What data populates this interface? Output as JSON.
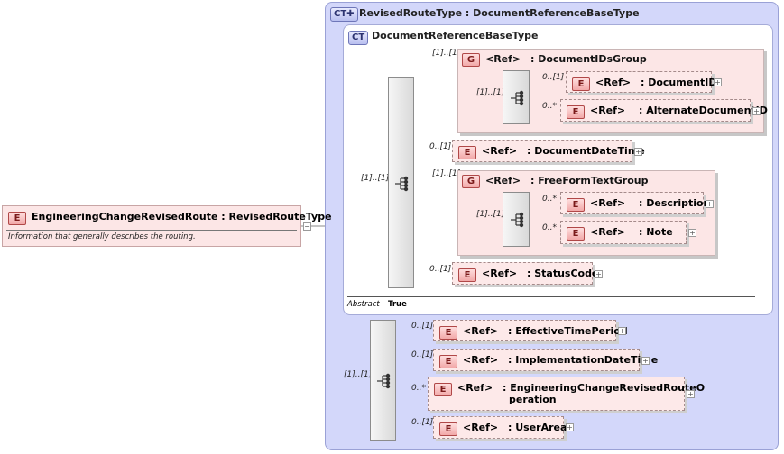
{
  "root": {
    "badge": "E",
    "title": "EngineeringChangeRevisedRoute : RevisedRouteType",
    "doc": "Information that generally describes the routing.",
    "collapse": "−"
  },
  "outer_type": {
    "badge": "CT✚",
    "title": "RevisedRouteType : DocumentReferenceBaseType"
  },
  "inner_type": {
    "badge": "CT",
    "title": "DocumentReferenceBaseType",
    "abstract_label": "Abstract",
    "abstract_value": "True"
  },
  "ref": "<Ref>",
  "expand": "+",
  "groups": [
    {
      "badge": "G",
      "ref": "<Ref>",
      "name": ": DocumentIDsGroup",
      "card": "[1]..[1]",
      "seq_card": "[1]..[1]"
    },
    {
      "badge": "G",
      "ref": "<Ref>",
      "name": ": FreeFormTextGroup",
      "card": "[1]..[1]",
      "seq_card": "[1]..[1]"
    }
  ],
  "elements": {
    "document_id": {
      "card": "0..[1]",
      "name": ": DocumentID"
    },
    "alternate_document_id": {
      "card": "0..*",
      "name": ": AlternateDocumentID"
    },
    "document_date_time": {
      "card": "0..[1]",
      "name": ": DocumentDateTime"
    },
    "description": {
      "card": "0..*",
      "name": ": Description"
    },
    "note": {
      "card": "0..*",
      "name": ": Note"
    },
    "status_code": {
      "card": "0..[1]",
      "name": ": StatusCode"
    },
    "effective_time_period": {
      "card": "0..[1]",
      "name": ": EffectiveTimePeriod"
    },
    "implementation_date_time": {
      "card": "0..[1]",
      "name": ": ImplementationDateTime"
    },
    "revised_route_operation": {
      "card": "0..*",
      "name_line1": ": EngineeringChangeRevisedRouteO",
      "name_line2": "peration"
    },
    "user_area": {
      "card": "0..[1]",
      "name": ": UserArea"
    }
  },
  "sequences": {
    "inner": {
      "card": "[1]..[1]"
    },
    "outer": {
      "card": "[1]..[1]"
    }
  },
  "e_badge": "E"
}
